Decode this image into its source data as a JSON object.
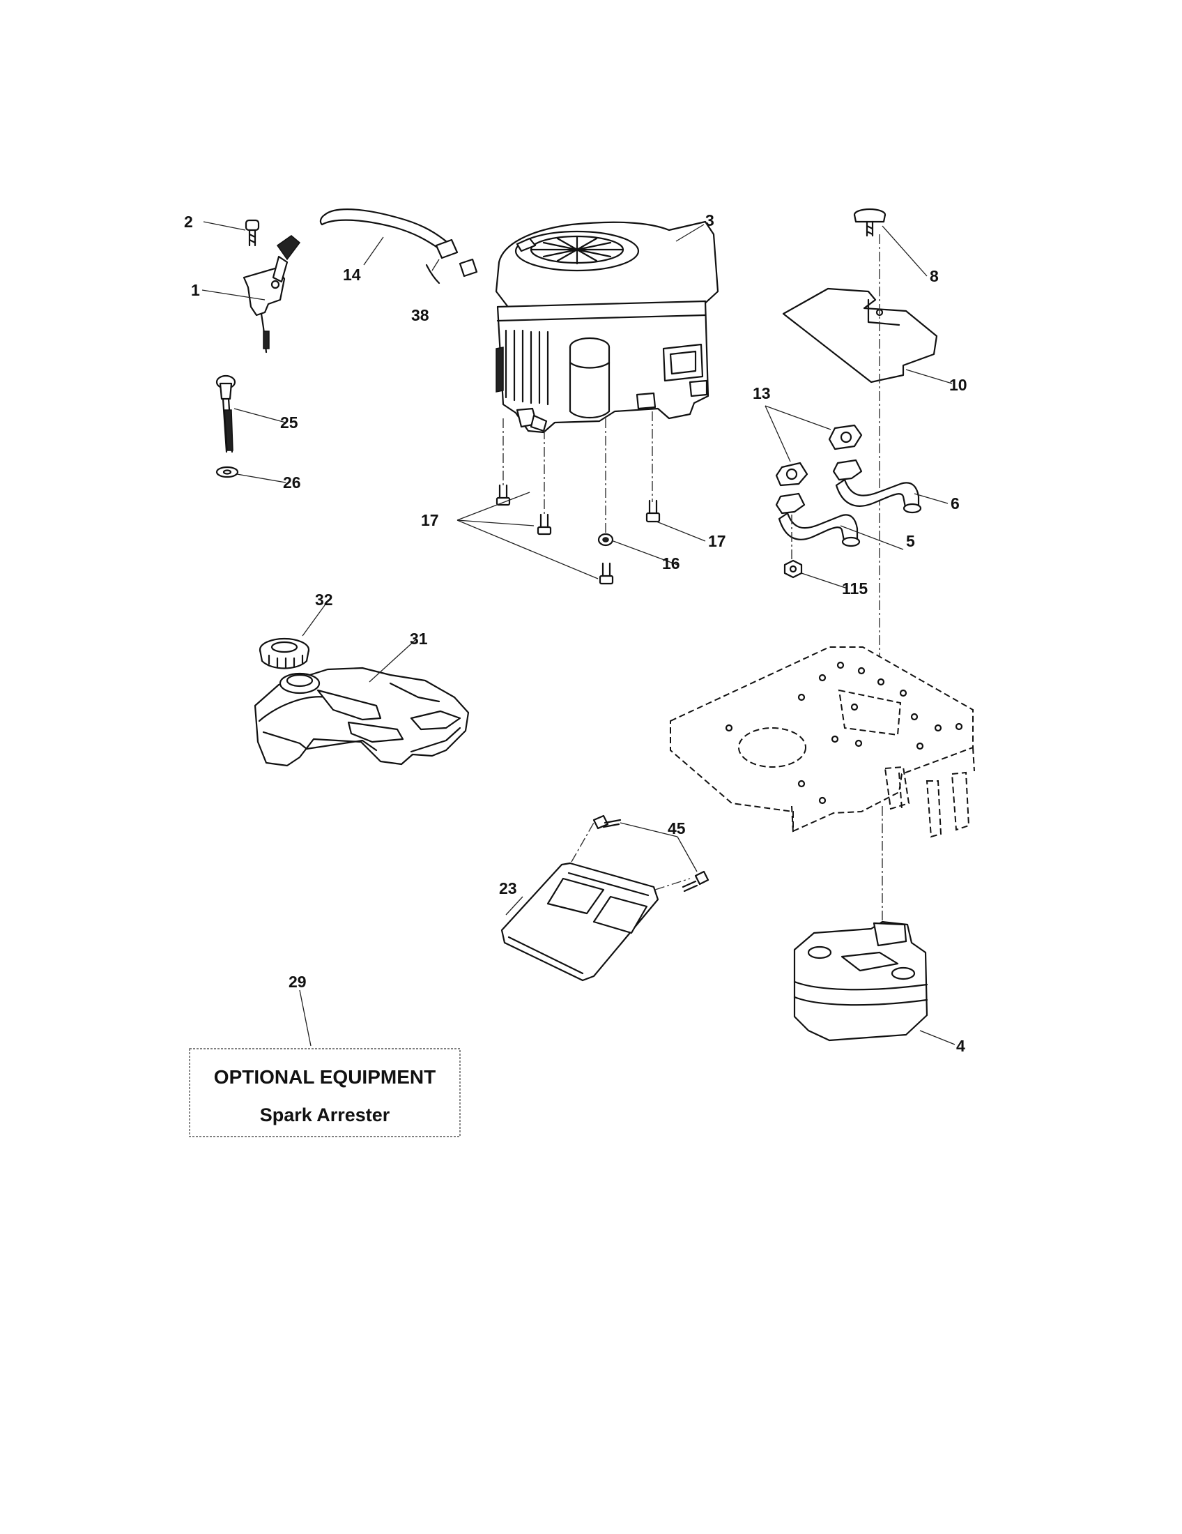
{
  "callouts": {
    "c1": "1",
    "c2": "2",
    "c3": "3",
    "c4": "4",
    "c5": "5",
    "c6": "6",
    "c8": "8",
    "c10": "10",
    "c13": "13",
    "c14": "14",
    "c16": "16",
    "c17a": "17",
    "c17b": "17",
    "c23": "23",
    "c25": "25",
    "c26": "26",
    "c29": "29",
    "c31": "31",
    "c32": "32",
    "c38": "38",
    "c45": "45",
    "c115": "115"
  },
  "optional_box": {
    "title": "OPTIONAL EQUIPMENT",
    "subtitle": "Spark Arrester"
  }
}
